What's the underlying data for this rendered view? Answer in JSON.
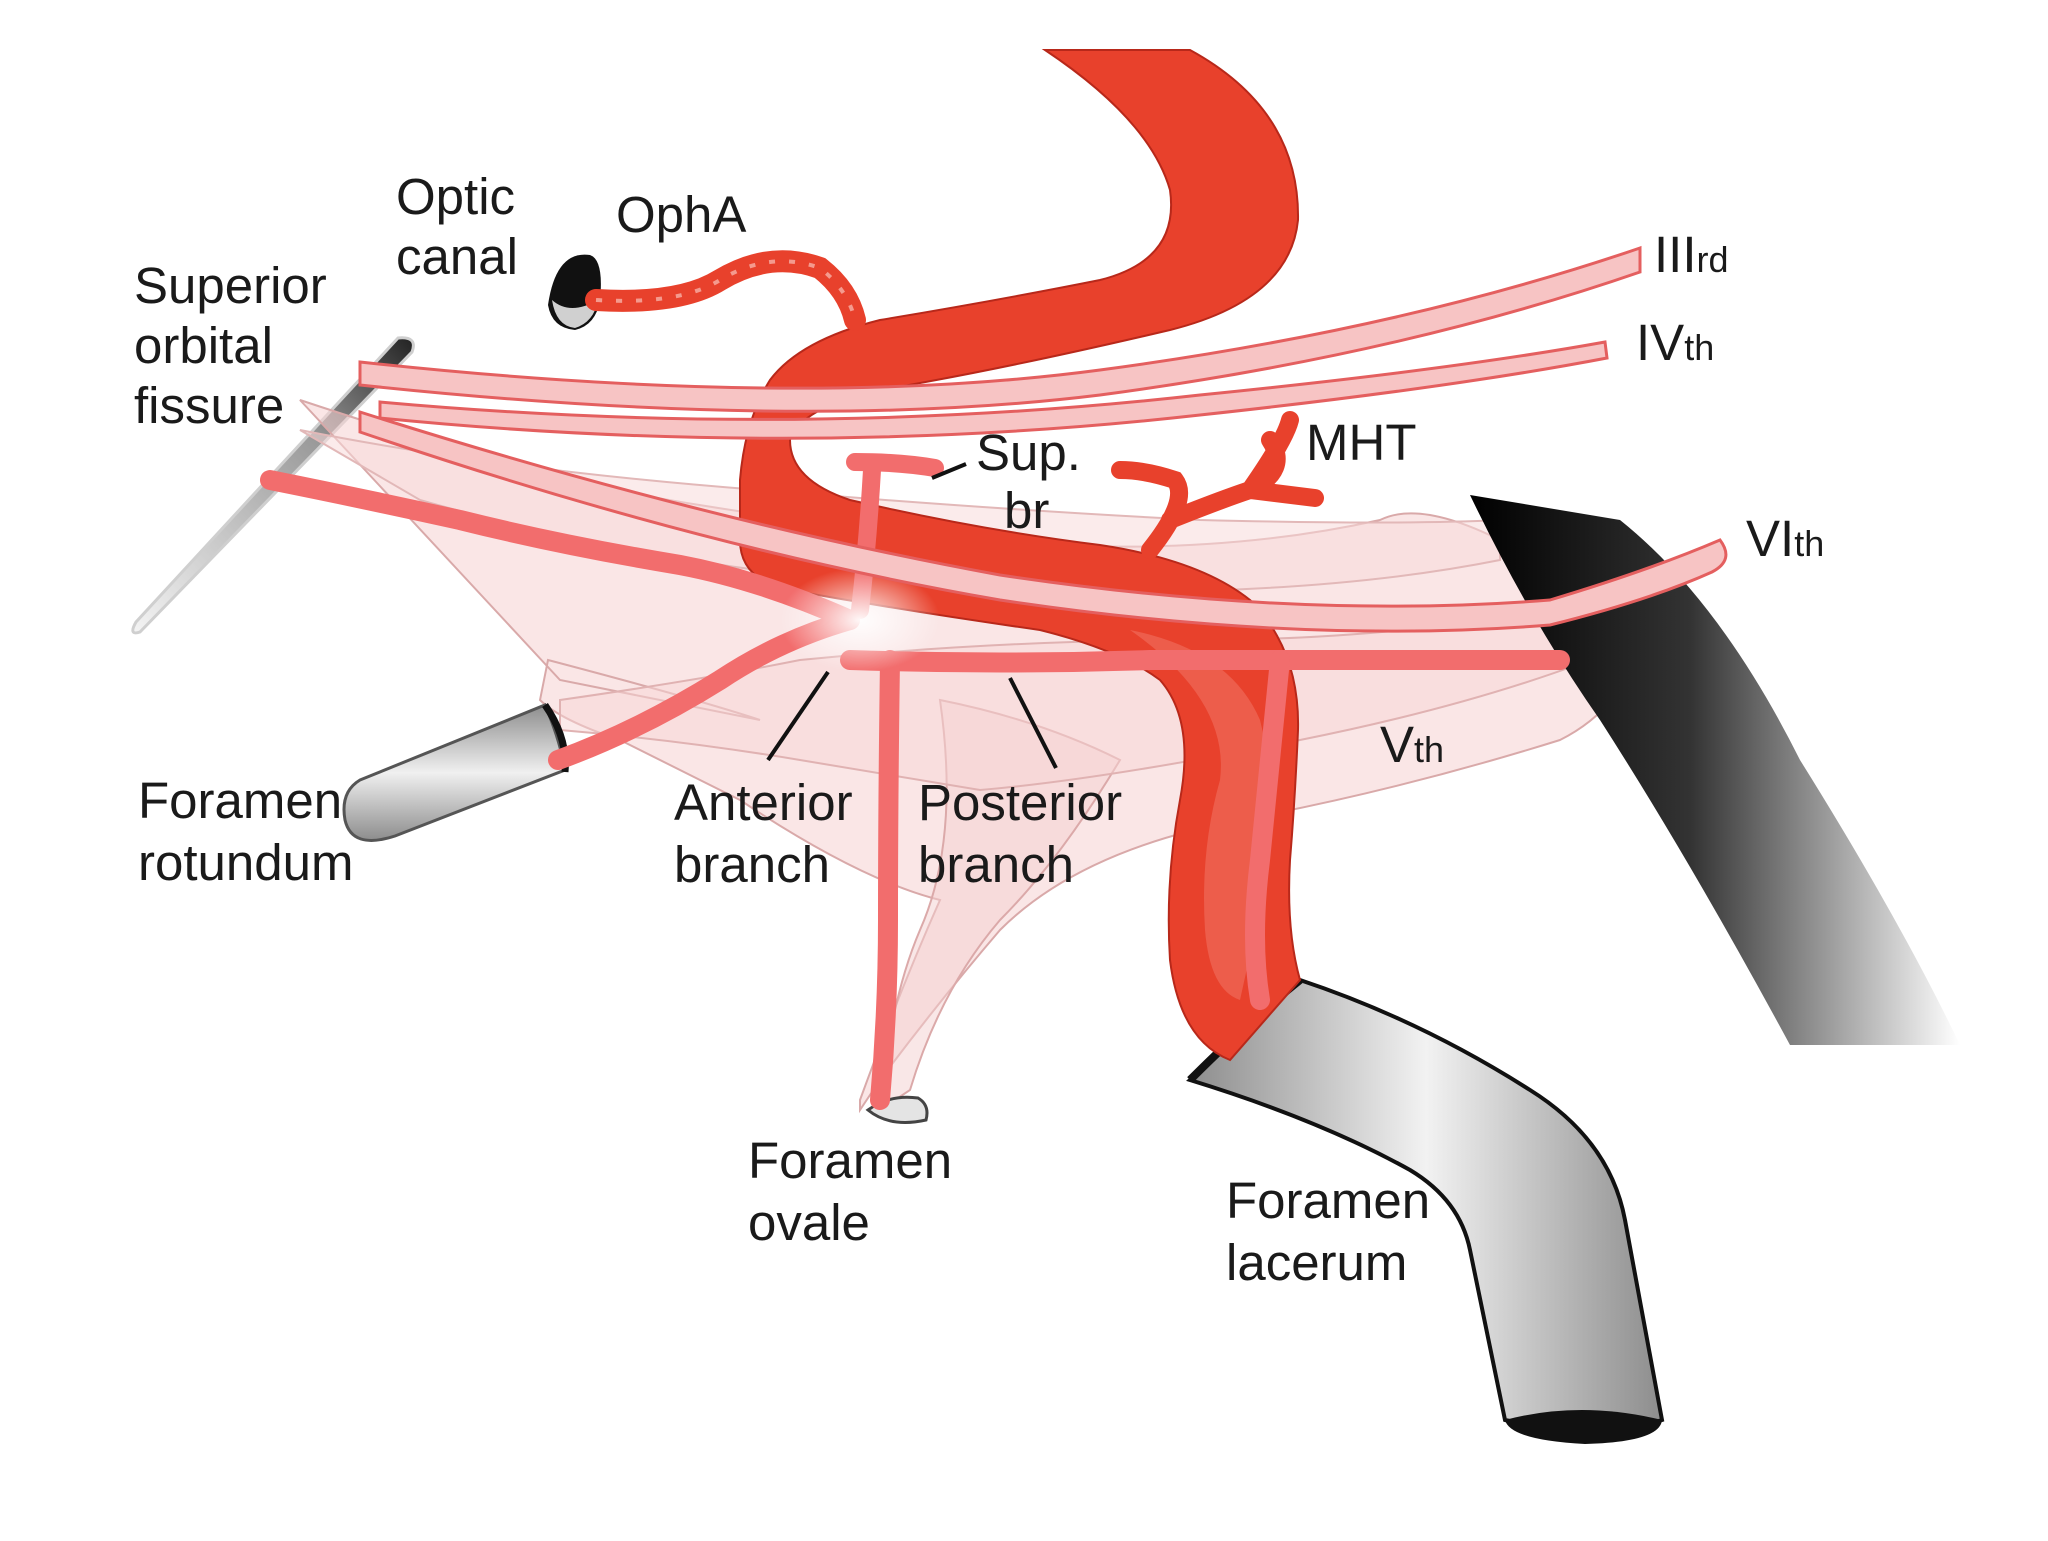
{
  "labels": {
    "optic_canal": [
      "Optic",
      "canal"
    ],
    "oph_a": "OphA",
    "superior_orbital_fissure": [
      "Superior",
      "orbital",
      "fissure"
    ],
    "iii_rd": {
      "main": "III",
      "sub": "rd"
    },
    "iv_th": {
      "main": "IV",
      "sub": "th"
    },
    "vi_th": {
      "main": "VI",
      "sub": "th"
    },
    "v_th": {
      "main": "V",
      "sub": "th"
    },
    "mht": "MHT",
    "sup_br": [
      "Sup.",
      "br"
    ],
    "foramen_rotundum": [
      "Foramen",
      "rotundum"
    ],
    "anterior_branch": [
      "Anterior",
      "branch"
    ],
    "posterior_branch": [
      "Posterior",
      "branch"
    ],
    "foramen_ovale": [
      "Foramen",
      "ovale"
    ],
    "foramen_lacerum": [
      "Foramen",
      "lacerum"
    ]
  },
  "colors": {
    "artery": "#e8412c",
    "artery_dark": "#b8281a",
    "branch": "#f26d6d",
    "nerve": "#f7c4c4",
    "ganglion": "#f6d6d6",
    "bone": "#9a9a9a",
    "bone_dark": "#111111"
  }
}
